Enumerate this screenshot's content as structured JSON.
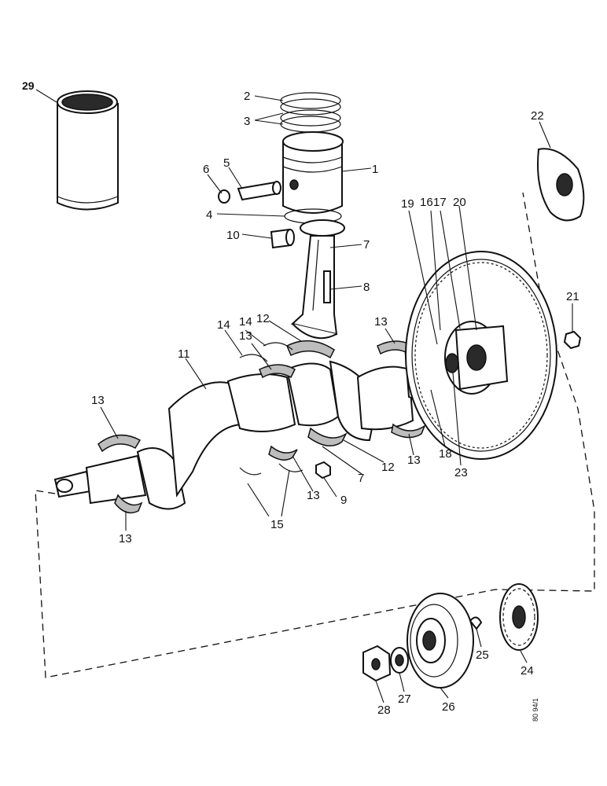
{
  "labels": {
    "l1": "1",
    "l2": "2",
    "l3": "3",
    "l4": "4",
    "l5": "5",
    "l6": "6",
    "l7": "7",
    "l7b": "7",
    "l8": "8",
    "l9": "9",
    "l10": "10",
    "l11": "11",
    "l12": "12",
    "l12b": "12",
    "l13a": "13",
    "l13b": "13",
    "l13c": "13",
    "l13d": "13",
    "l13e": "13",
    "l13f": "13",
    "l14a": "14",
    "l14b": "14",
    "l15": "15",
    "l16": "16",
    "l17": "17",
    "l18": "18",
    "l19": "19",
    "l20": "20",
    "l21": "21",
    "l22": "22",
    "l23": "23",
    "l24": "24",
    "l25": "25",
    "l26": "26",
    "l27": "27",
    "l28": "28",
    "l29": "29"
  },
  "reference": "80 94/1",
  "colors": {
    "ink": "#111111",
    "paper": "#ffffff"
  }
}
